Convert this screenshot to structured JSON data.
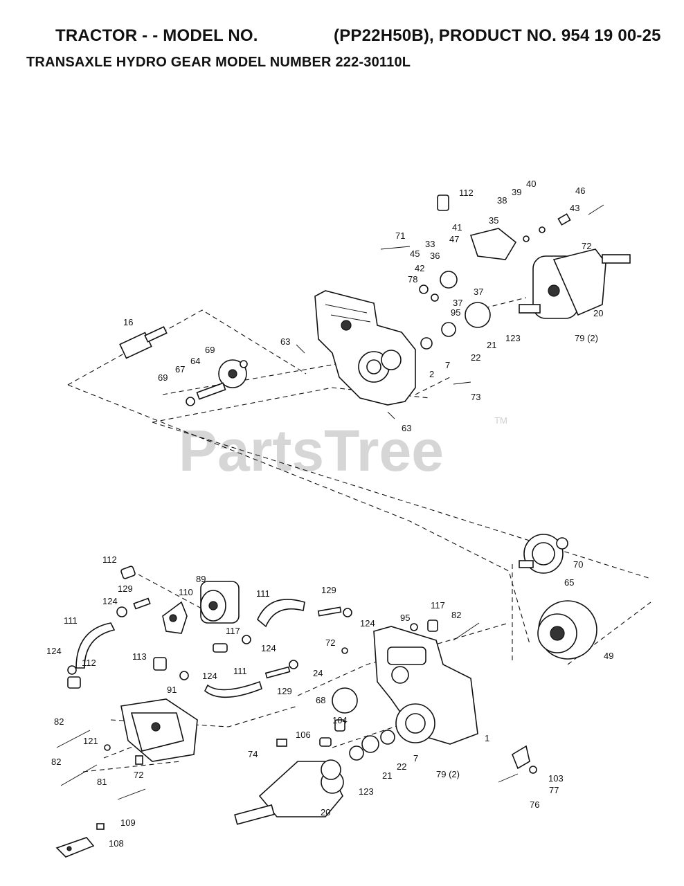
{
  "header": {
    "title_left": "TRACTOR - - MODEL NO.",
    "title_right": "(PP22H50B), PRODUCT NO. 954 19 00-25",
    "subtitle": "TRANSAXLE HYDRO GEAR MODEL NUMBER 222-30110L"
  },
  "watermark": {
    "text": "PartsTree",
    "tm": "TM"
  },
  "labels": {
    "l112a": "112",
    "l39": "39",
    "l40": "40",
    "l46": "46",
    "l38": "38",
    "l43": "43",
    "l71": "71",
    "l41": "41",
    "l35": "35",
    "l72a": "72",
    "l47": "47",
    "l33": "33",
    "l36": "36",
    "l45": "45",
    "l42": "42",
    "l37a": "37",
    "l78": "78",
    "l37b": "37",
    "l95a": "95",
    "l20a": "20",
    "l16": "16",
    "l123a": "123",
    "l79a": "79 (2)",
    "l21a": "21",
    "l63a": "63",
    "l22a": "22",
    "l69a": "69",
    "l64": "64",
    "l7a": "7",
    "l67": "67",
    "l2": "2",
    "l69b": "69",
    "l73": "73",
    "l63b": "63",
    "l70": "70",
    "l65": "65",
    "l112b": "112",
    "l129a": "129",
    "l110": "110",
    "l89": "89",
    "l111a": "111",
    "l129b": "129",
    "l124a": "124",
    "l95b": "95",
    "l117a": "117",
    "l82a": "82",
    "l111b": "111",
    "l124b": "124",
    "l117b": "117",
    "l124c": "124",
    "l72b": "72",
    "l49": "49",
    "l124d": "124",
    "l112c": "112",
    "l113": "113",
    "l111c": "111",
    "l24": "24",
    "l124e": "124",
    "l129c": "129",
    "l91": "91",
    "l68": "68",
    "l104": "104",
    "l82b": "82",
    "l121": "121",
    "l106": "106",
    "l1": "1",
    "l74": "74",
    "l7b": "7",
    "l82c": "82",
    "l72c": "72",
    "l21b": "21",
    "l22b": "22",
    "l79b": "79 (2)",
    "l103": "103",
    "l81": "81",
    "l123b": "123",
    "l77": "77",
    "l76": "76",
    "l20b": "20",
    "l109": "109",
    "l108": "108"
  }
}
